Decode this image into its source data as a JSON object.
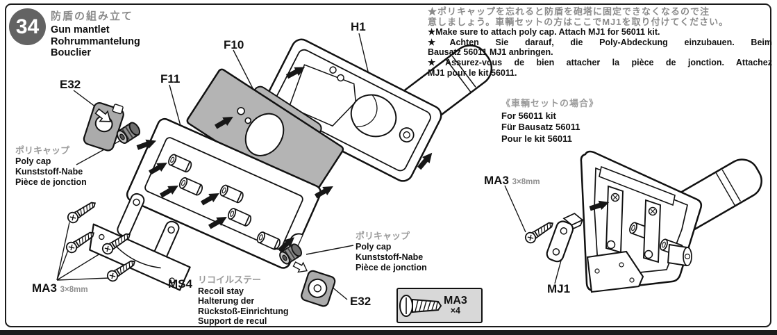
{
  "step": {
    "number": "34",
    "title_ja": "防盾の組み立て",
    "title_en": "Gun mantlet",
    "title_de": "Rohrummantelung",
    "title_fr": "Bouclier"
  },
  "notes": {
    "ja_line1": "★ポリキャップを忘れると防盾を砲塔に固定できなくなるので注",
    "ja_line2": "意しましょう。車輌セットの方はここでMJ1を取り付けてください。",
    "en": "★Make sure to attach poly cap. Attach MJ1 for 56011 kit.",
    "de_line1": "★Achten Sie darauf, die Poly-Abdeckung einzubauen. Beim",
    "de_line2": "Bausatz 56011 MJ1 anbringen.",
    "fr_line1": "★Assurez-vous de bien attacher la pièce de jonction. Attachez",
    "fr_line2": "MJ1 pour le kit 56011."
  },
  "kit_note": {
    "ja": "《車輌セットの場合》",
    "en": "For 56011 kit",
    "de": "Für Bausatz 56011",
    "fr": "Pour le kit 56011"
  },
  "part_labels": {
    "e32_top": "E32",
    "f11": "F11",
    "f10": "F10",
    "h1": "H1",
    "e32_bottom": "E32",
    "ms4": "MS4",
    "mj1": "MJ1"
  },
  "screws": {
    "ma3_left": {
      "label": "MA3",
      "size": "3×8mm"
    },
    "ma3_right": {
      "label": "MA3",
      "size": "3×8mm"
    },
    "box": {
      "label": "MA3",
      "qty": "×4"
    }
  },
  "polycap_left": {
    "ja": "ポリキャップ",
    "en": "Poly cap",
    "de": "Kunststoff-Nabe",
    "fr": "Pièce de jonction"
  },
  "polycap_right": {
    "ja": "ポリキャップ",
    "en": "Poly cap",
    "de": "Kunststoff-Nabe",
    "fr": "Pièce de jonction"
  },
  "ms4_caption": {
    "ja": "リコイルステー",
    "en": "Recoil stay",
    "de_line1": "Halterung der",
    "de_line2": "Rückstoß-Einrichtung",
    "fr": "Support de recul"
  },
  "colors": {
    "shade_gray": "#b4b4b4",
    "step_circle": "#636363",
    "muted_text": "#8f8f8f",
    "line": "#111111",
    "box_bg": "#d8d8d8"
  }
}
